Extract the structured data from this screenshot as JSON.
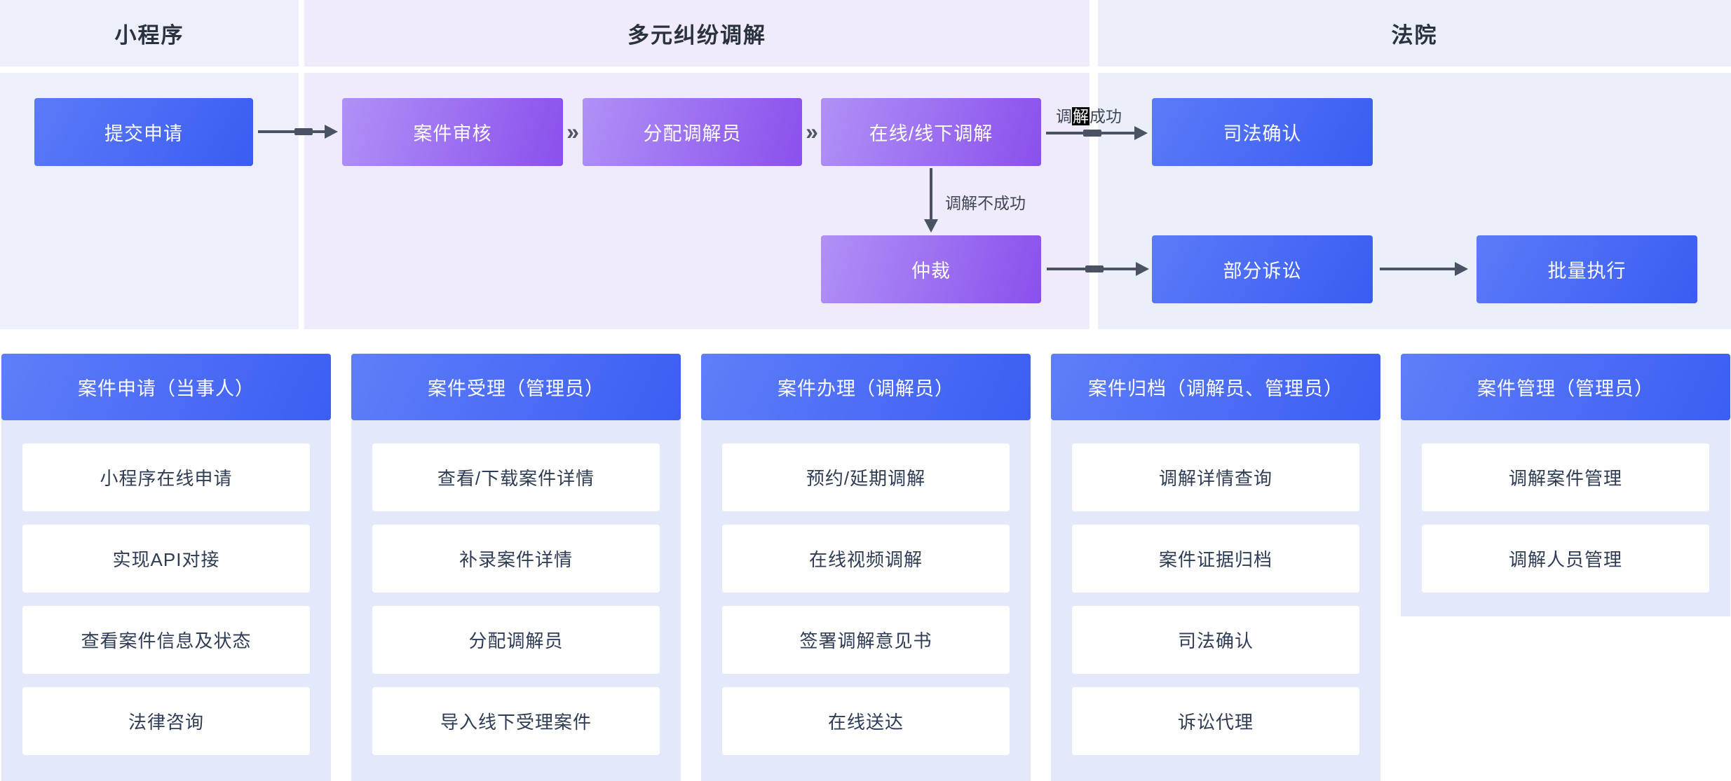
{
  "lanes": {
    "mini_program": {
      "title": "小程序"
    },
    "mediation": {
      "title": "多元纠纷调解"
    },
    "court": {
      "title": "法院"
    }
  },
  "flow": {
    "submit": "提交申请",
    "review": "案件审核",
    "assign": "分配调解员",
    "online_offline": "在线/线下调解",
    "arbitration": "仲裁",
    "judicial_confirm": "司法确认",
    "partial_litigation": "部分诉讼",
    "batch_execution": "批量执行",
    "chevron": "»",
    "label_success_pre": "调",
    "label_success_mid": "解",
    "label_success_post": "成功",
    "label_fail": "调解不成功"
  },
  "columns": [
    {
      "header": "案件申请（当事人）",
      "items": [
        "小程序在线申请",
        "实现API对接",
        "查看案件信息及状态",
        "法律咨询"
      ]
    },
    {
      "header": "案件受理（管理员）",
      "items": [
        "查看/下载案件详情",
        "补录案件详情",
        "分配调解员",
        "导入线下受理案件"
      ]
    },
    {
      "header": "案件办理（调解员）",
      "items": [
        "预约/延期调解",
        "在线视频调解",
        "签署调解意见书",
        "在线送达"
      ]
    },
    {
      "header": "案件归档（调解员、管理员）",
      "items": [
        "调解详情查询",
        "案件证据归档",
        "司法确认",
        "诉讼代理"
      ]
    },
    {
      "header": "案件管理（管理员）",
      "items": [
        "调解案件管理",
        "调解人员管理"
      ]
    }
  ],
  "colors": {
    "blue-light": "#5B7BF8",
    "blue-dark": "#3A5CF2",
    "purple-light": "#B091F6",
    "purple-dark": "#8A50EC",
    "hdr-light": "#5E7EF9",
    "hdr-dark": "#3C5EF3",
    "arrow": "#4A5264"
  }
}
